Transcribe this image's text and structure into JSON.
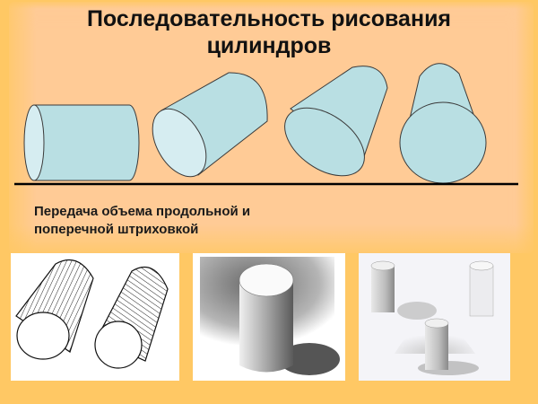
{
  "slide": {
    "title_line1": "Последовательность рисования",
    "title_line2": "цилиндров",
    "subtitle_line1": "Передача объема продольной и",
    "subtitle_line2": "поперечной штриховкой",
    "colors": {
      "outer_background": "#FFC864",
      "inner_panel": "#FFCB96",
      "cylinder_fill": "#B9DFE3",
      "cylinder_face": "#D6EDF1",
      "outline": "#3a3a3a",
      "ground_line": "#000000"
    }
  },
  "diagram": {
    "steps": [
      {
        "name": "cylinder-horizontal",
        "description": "Horizontal cylinder lying on its side"
      },
      {
        "name": "cylinder-tilted-30",
        "description": "Cylinder tilted upward"
      },
      {
        "name": "cylinder-tilted-60",
        "description": "Cylinder tilted steeper"
      },
      {
        "name": "cylinder-upright",
        "description": "Nearly upright cylinder"
      }
    ]
  },
  "photos": [
    {
      "name": "hatching-longitudinal-transverse",
      "description": "Two pen-hatched cylinders lying on their sides"
    },
    {
      "name": "shaded-cylinder-pencil",
      "description": "Pencil-shaded standing cylinder with cast shadow"
    },
    {
      "name": "three-cylinders-tonal",
      "description": "Three light tonal pencil cylinders"
    }
  ]
}
